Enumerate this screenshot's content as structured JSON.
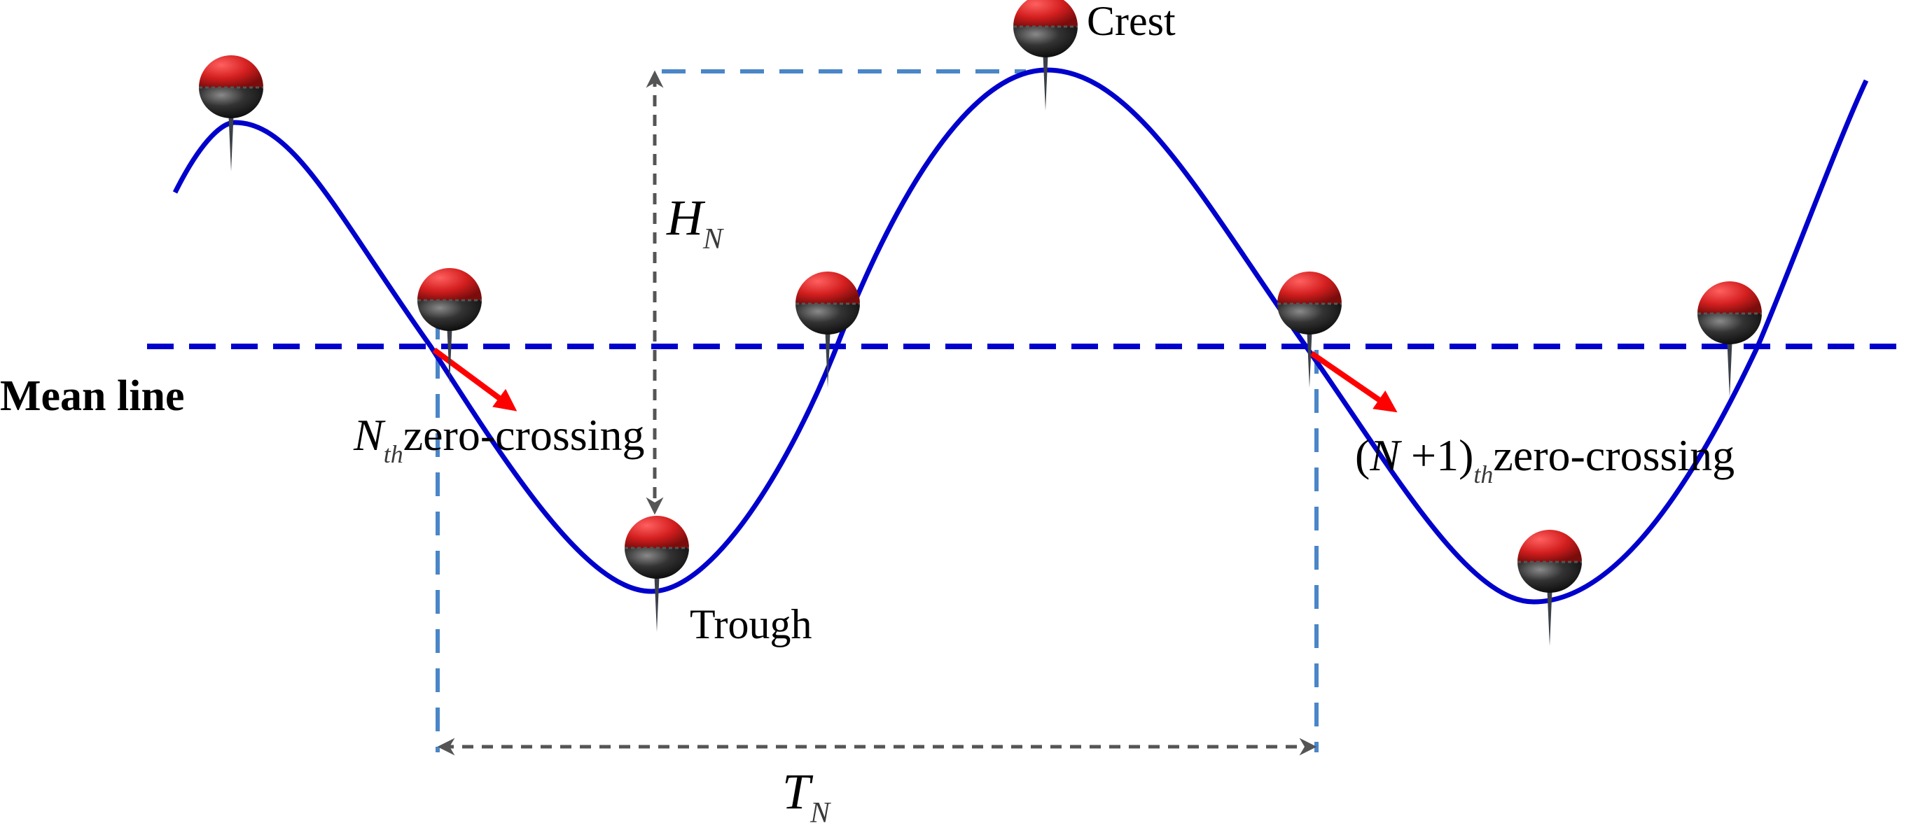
{
  "labels": {
    "mean_line": "Mean line",
    "crest": "Crest",
    "trough": "Trough",
    "height_symbol": "H",
    "height_subscript": "N",
    "period_symbol": "T",
    "period_subscript": "N",
    "nth_symbol": "N",
    "nth_subscript": "th",
    "nth_text": "zero-crossing",
    "n1_prefix": "(",
    "n1_symbol": "N",
    "n1_plus_one": " +1)",
    "n1_subscript": "th",
    "n1_text": "zero-crossing"
  },
  "colors": {
    "wave": "#0000cc",
    "mean_line": "#0000cc",
    "guide_lines": "#4a86c8",
    "dimension_arrows": "#555555",
    "direction_arrows": "#ff0000",
    "buoy_top": "#cc1f1f",
    "buoy_bottom": "#222222"
  }
}
